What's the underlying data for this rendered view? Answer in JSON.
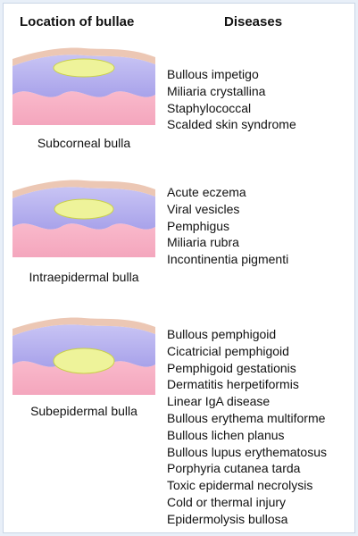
{
  "headers": {
    "location": "Location of bullae",
    "diseases": "Diseases"
  },
  "sections": [
    {
      "type": "subcorneal",
      "caption": "Subcorneal bulla",
      "diseases": [
        "Bullous impetigo",
        "Miliaria crystallina",
        "Staphylococcal",
        "Scalded skin syndrome"
      ]
    },
    {
      "type": "intraepidermal",
      "caption": "Intraepidermal bulla",
      "diseases": [
        "Acute eczema",
        "Viral vesicles",
        "Pemphigus",
        "Miliaria rubra",
        "Incontinentia pigmenti"
      ]
    },
    {
      "type": "subepidermal",
      "caption": "Subepidermal bulla",
      "diseases": [
        "Bullous pemphigoid",
        "Cicatricial pemphigoid",
        "Pemphigoid gestationis",
        "Dermatitis herpetiformis",
        "Linear IgA disease",
        "Bullous erythema multiforme",
        "Bullous lichen planus",
        "Bullous lupus erythematosus",
        "Porphyria cutanea tarda",
        "Toxic epidermal necrolysis",
        "Cold or thermal injury",
        "Epidermolysis bullosa"
      ]
    }
  ],
  "colors": {
    "stratum_corneum": "#ecc7b4",
    "epidermis": "#b9b4ee",
    "dermis": "#f7b3c8",
    "bulla_fill": "#eef39a",
    "bulla_stroke": "#c9d04a"
  }
}
